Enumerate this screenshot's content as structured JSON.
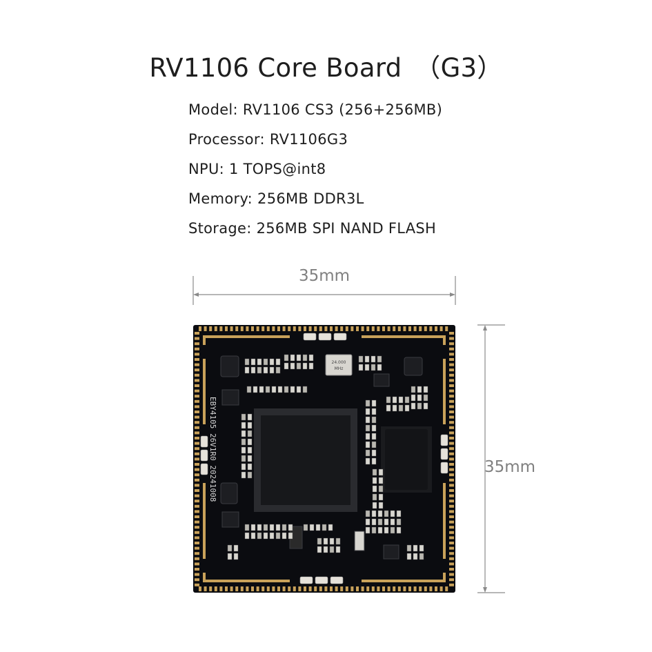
{
  "title": "RV1106 Core Board　（G3）",
  "specs": [
    "Model: RV1106 CS3 (256+256MB)",
    "Processor: RV1106G3",
    "NPU: 1 TOPS@int8",
    "Memory: 256MB DDR3L",
    "Storage: 256MB SPI NAND FLASH"
  ],
  "dimensions": {
    "width": "35mm",
    "height": "35mm"
  },
  "board": {
    "silkscreen_id": "EBY4105 26V1R0  20241008",
    "crystal_label": "24.000\nMHz",
    "colors": {
      "pcb": "#0b0c10",
      "gold": "#c9a25a",
      "chip": "#17181b",
      "dimension_line": "#8a8a8a"
    }
  }
}
